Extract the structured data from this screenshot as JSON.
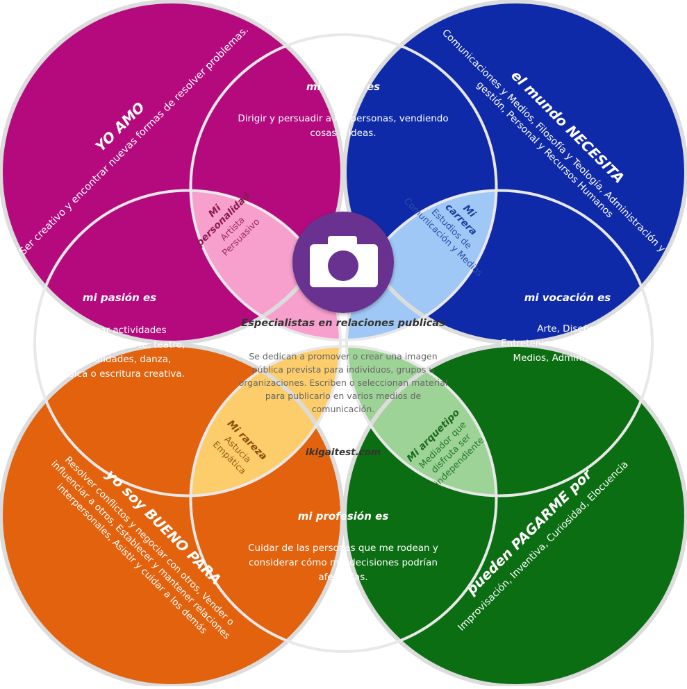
{
  "colors": {
    "yo_amo": "#b5097e",
    "mundo": "#0f2aa8",
    "pasion": "#8e0f35",
    "mision": "#5a2a9a",
    "vocacion": "#0d4d66",
    "bueno": "#e2620e",
    "pagarme": "#0b6e12",
    "profesion": "#6a6a10",
    "personalidad": "#f79fcd",
    "carrera": "#9fc8f6",
    "rareza": "#fccd6a",
    "arquetipo": "#9ed397",
    "center": "#ffffff",
    "camera_circle": "#6a3390"
  },
  "icons": {
    "camera": "camera-icon"
  },
  "yo_amo": {
    "title": "YO AMO",
    "text": "Ser creativo y encontrar nuevas formas de resolver problemas."
  },
  "mundo": {
    "title": "el mundo NECESITA",
    "line1": "Comunicaciones y Medios, Filosofía y Teología, Administración y",
    "line2": "gestión, Personal y Recursos Humanos"
  },
  "bueno": {
    "title": "yo soy BUENO PARA",
    "line1": "Resolver conflictos y negociar con otros, Vender o",
    "line2": "influenciar a otros, Establecer y mantener relaciones",
    "line3": "interpersonales, Asistir y cuidar a los demás"
  },
  "pagarme": {
    "title": "pueden PAGARME por",
    "text": "Improvisación, Inventiva, Curiosidad, Elocuencia"
  },
  "mision": {
    "title": "mi misión es",
    "line1": "Dirigir y persuadir a las personas, vendiendo",
    "line2": "cosas e ideas."
  },
  "pasion": {
    "title": "mi pasión es",
    "line1": "Realizar actividades",
    "line2": "creativas como arte, teatro,",
    "line3": "manualidades, danza,",
    "line4": "música o escritura creativa."
  },
  "vocacion": {
    "title": "mi vocación es",
    "line1": "Arte, Diseño,",
    "line2": "Entretenimiento, Deportes y",
    "line3": "Medios, Administración"
  },
  "profesion": {
    "title": "mi profesión es",
    "line1": "Cuidar de las personas que me rodean y",
    "line2": "considerar cómo mis decisiones podrían",
    "line3": "afectarlas."
  },
  "personalidad": {
    "title1": "Mi",
    "title2": "personalidad",
    "line1": "Artista",
    "line2": "Persuasivo"
  },
  "carrera": {
    "title1": "Mi",
    "title2": "carrera",
    "line1": "Estudios de",
    "line2": "Comunicación y Medios"
  },
  "rareza": {
    "title": "Mi rareza",
    "line1": "Astucia",
    "line2": "Empática"
  },
  "arquetipo": {
    "title": "Mi arquetipo",
    "line1": "Mediador que",
    "line2": "disfruta ser",
    "line3": "independiente"
  },
  "center": {
    "title": "Especialistas en relaciones publicas",
    "line1": "Se dedican a promover o crear una imagen",
    "line2": "pública prevista para individuos, grupos u",
    "line3": "organizaciones. Escriben o seleccionan material",
    "line4": "para publicarlo en varios medios de",
    "line5": "comunicación.",
    "site": "ikigaitest.com"
  }
}
